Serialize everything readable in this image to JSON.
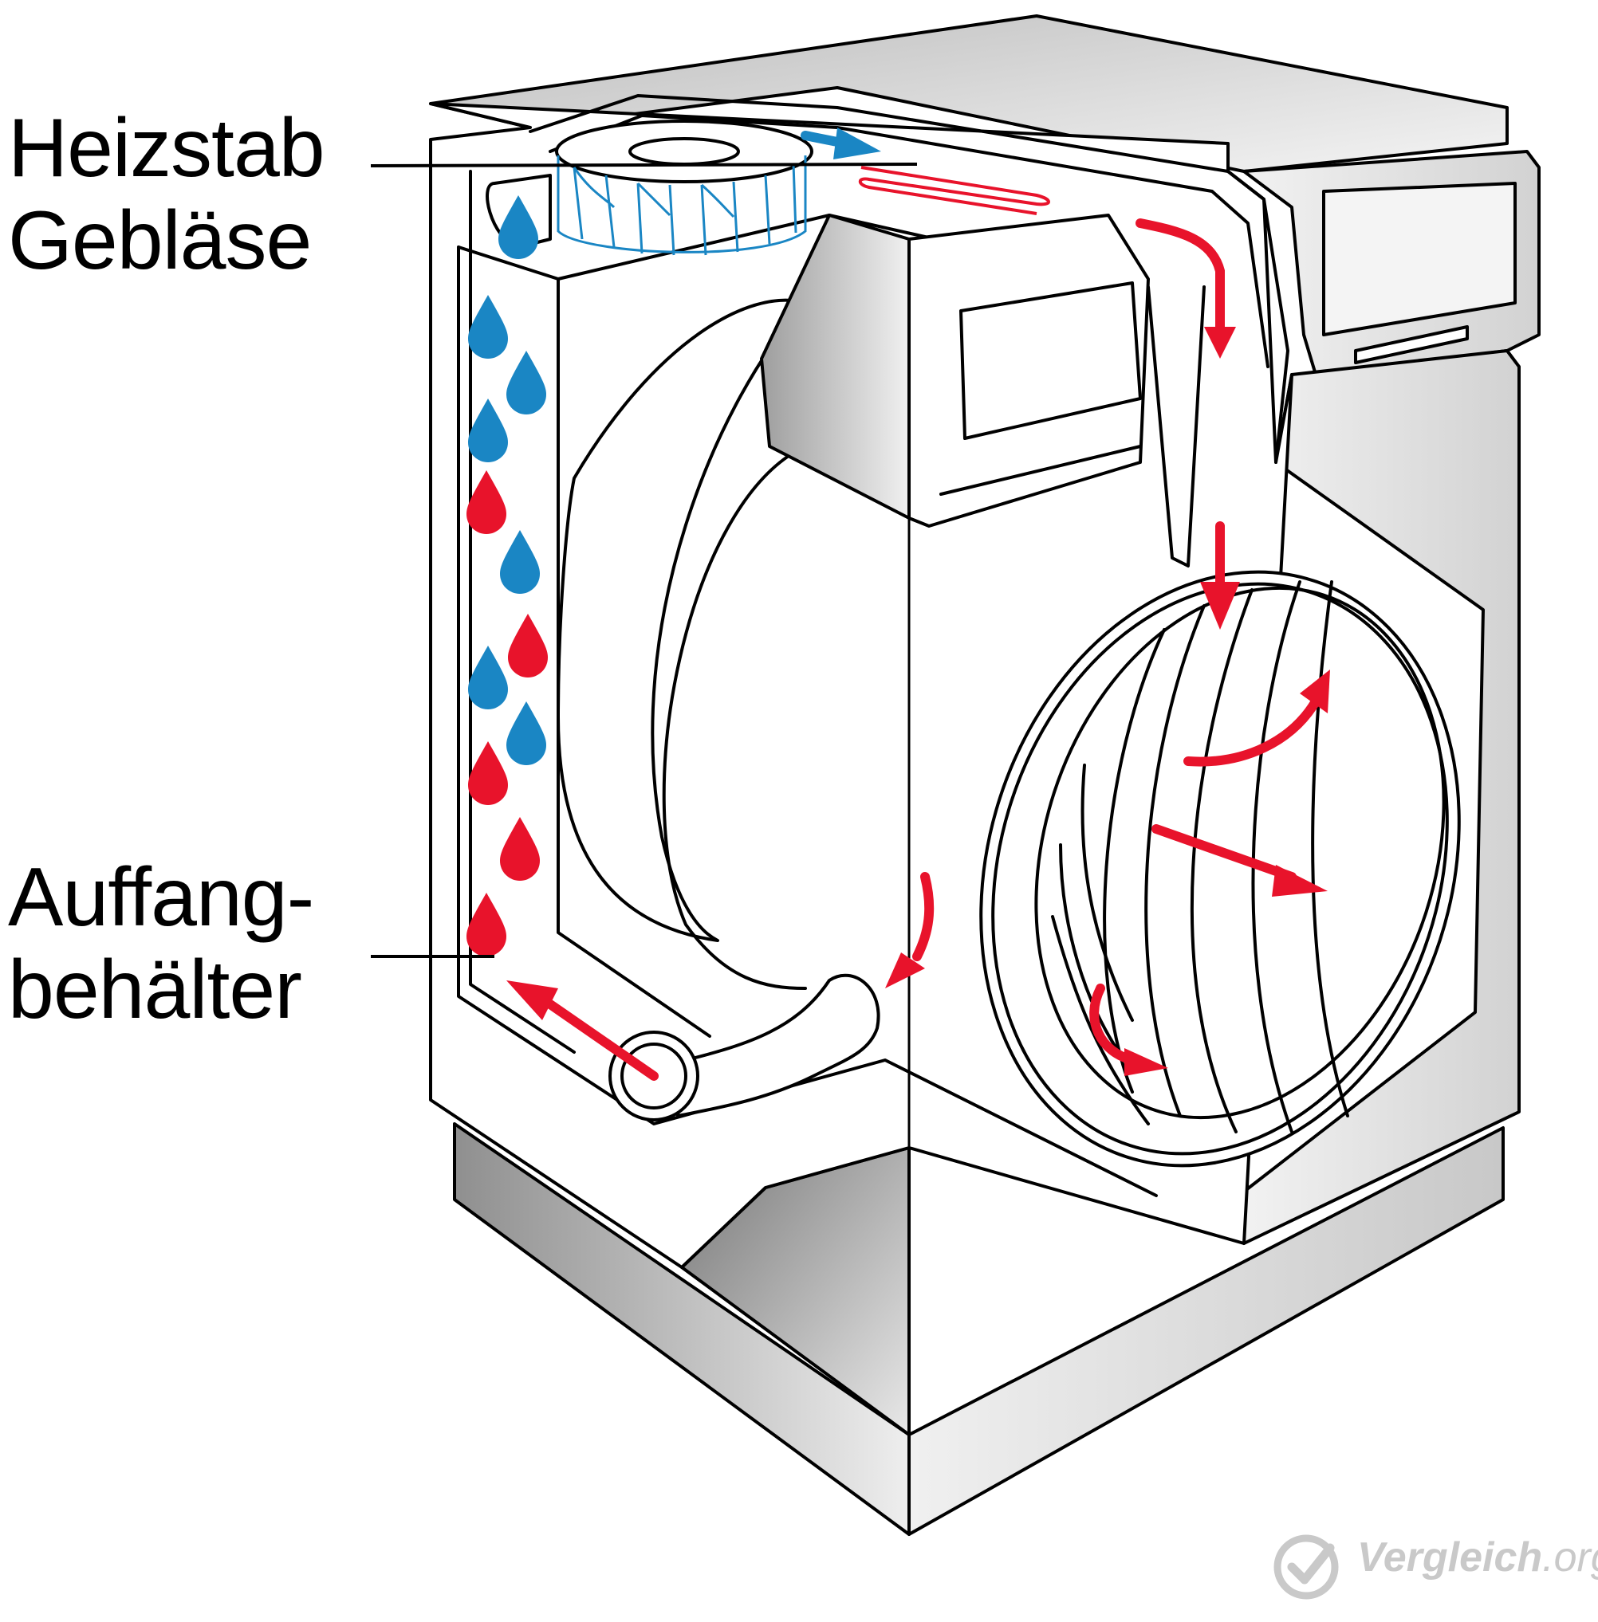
{
  "labels": {
    "heizstab": "Heizstab",
    "geblaese": "Gebläse",
    "auffang_line1": "Auffang-",
    "auffang_line2": "behälter"
  },
  "watermark": {
    "brand": "Vergleich",
    "tld": ".org",
    "icon": "checkmark-circle-icon"
  },
  "colors": {
    "cold_air": "#1a86c4",
    "hot_air": "#e8132b",
    "outline": "#000000",
    "body_fill": "#ffffff",
    "shade_light": "#e6e6e6",
    "shade_dark": "#9a9a9a"
  }
}
